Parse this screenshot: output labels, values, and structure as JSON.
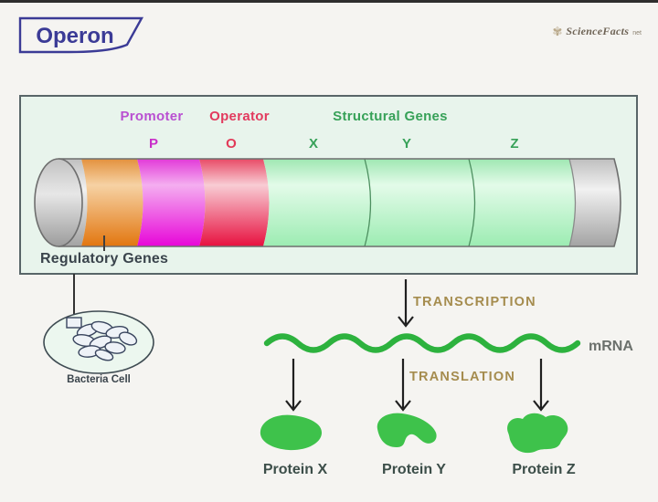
{
  "title": "Operon",
  "logo": {
    "icon": "flower-icon",
    "text": "ScienceFacts",
    "suffix": "net"
  },
  "diagram": {
    "promoter_label": "Promoter",
    "operator_label": "Operator",
    "structural_label": "Structural Genes",
    "regulatory_label": "Regulatory Genes",
    "letters": {
      "p": "P",
      "o": "O",
      "x": "X",
      "y": "Y",
      "z": "Z"
    },
    "segments_order": [
      "gray-cap",
      "regulatory (orange)",
      "promoter (magenta)",
      "operator (red)",
      "gene X (green)",
      "gene Y (green)",
      "gene Z (green)",
      "gray-end"
    ]
  },
  "bacteria_label": "Bacteria Cell",
  "flow": {
    "transcription": "TRANSCRIPTION",
    "translation": "TRANSLATION",
    "mrna": "mRNA"
  },
  "proteins": [
    {
      "label": "Protein X"
    },
    {
      "label": "Protein Y"
    },
    {
      "label": "Protein Z"
    }
  ],
  "colors": {
    "title_indigo": "#3b3b96",
    "box_bg": "#e8f4ec",
    "box_border": "#586568",
    "promoter_text": "#b94fd1",
    "operator_text": "#e23a5e",
    "structural_text": "#37a158",
    "orange_segment": "#e2760f",
    "magenta_segment": "#e705d8",
    "red_segment": "#e7103f",
    "green_segment": "#9cecb2",
    "gray_segment": "#bfbfbf",
    "gold_text": "#a58c4e",
    "mrna_green": "#2db23e",
    "protein_green": "#3ec24b",
    "dark_text": "#3a444c"
  }
}
